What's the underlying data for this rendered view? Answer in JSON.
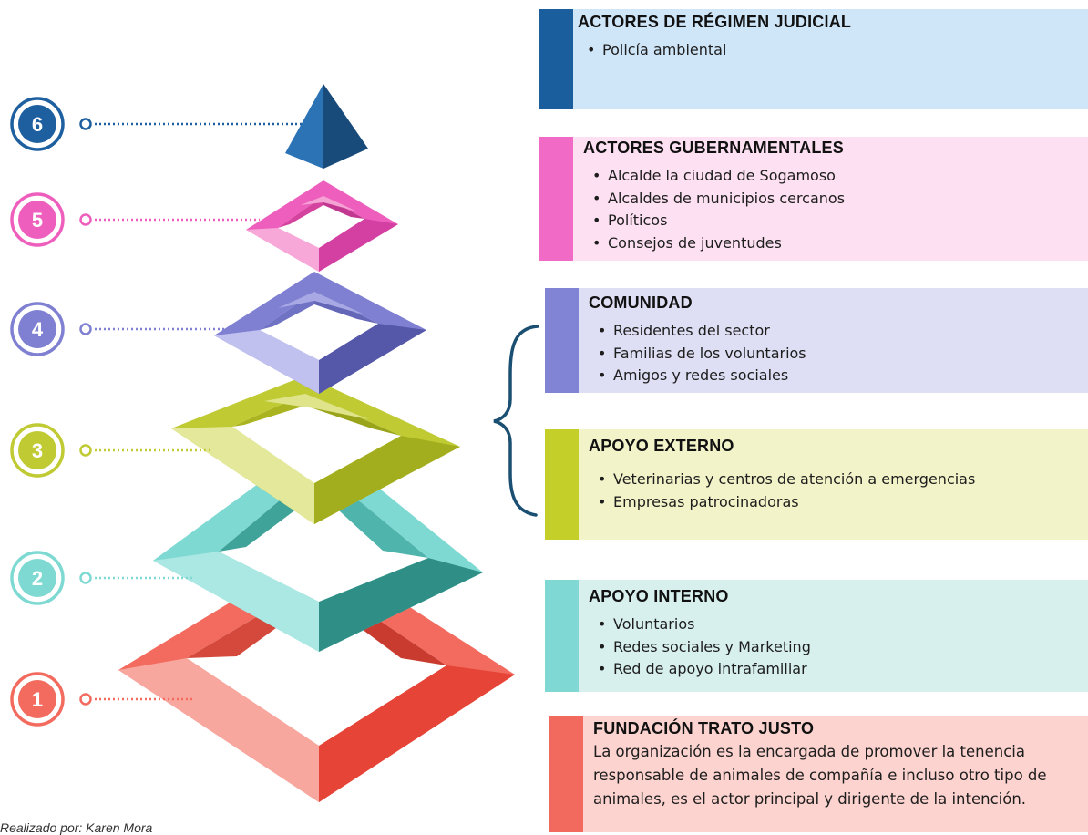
{
  "levels": [
    {
      "number": "6",
      "color": "#1e5fa0"
    },
    {
      "number": "5",
      "color": "#ee5fbd"
    },
    {
      "number": "4",
      "color": "#7f80d2"
    },
    {
      "number": "3",
      "color": "#c0ca33"
    },
    {
      "number": "2",
      "color": "#7ed9d3"
    },
    {
      "number": "1",
      "color": "#f26b5e"
    }
  ],
  "cards": [
    {
      "id": "judicial",
      "title": "ACTORES DE RÉGIMEN JUDICIAL",
      "bar_color": "#1a5e9e",
      "bg_color": "#cfe5f8",
      "items": [
        "Policía ambiental"
      ]
    },
    {
      "id": "gubernamentales",
      "title": "ACTORES GUBERNAMENTALES",
      "bar_color": "#f06ac6",
      "bg_color": "#fde0f1",
      "items": [
        "Alcalde la ciudad de Sogamoso",
        "Alcaldes de municipios cercanos",
        "Políticos",
        "Consejos de juventudes"
      ]
    },
    {
      "id": "comunidad",
      "title": "COMUNIDAD",
      "bar_color": "#8183d4",
      "bg_color": "#dedff4",
      "items": [
        "Residentes del sector",
        "Familias de los voluntarios",
        "Amigos y redes sociales"
      ]
    },
    {
      "id": "externo",
      "title": "APOYO EXTERNO",
      "bar_color": "#c4cf2a",
      "bg_color": "#f2f3c8",
      "items": [
        "Veterinarias y centros de atención a emergencias",
        "Empresas patrocinadoras"
      ]
    },
    {
      "id": "interno",
      "title": "APOYO INTERNO",
      "bar_color": "#7fd8d3",
      "bg_color": "#d7f0ee",
      "items": [
        "Voluntarios",
        "Redes sociales y Marketing",
        "Red de apoyo intrafamiliar"
      ]
    },
    {
      "id": "fundacion",
      "title": "FUNDACIÓN TRATO JUSTO",
      "bar_color": "#f26a5d",
      "bg_color": "#fcd3cf",
      "text": "La organización es la encargada de promover la tenencia responsable de animales de compañía e incluso otro tipo de animales, es el actor principal y dirigente de la intención."
    }
  ],
  "credit": "Realizado por: Karen Mora"
}
